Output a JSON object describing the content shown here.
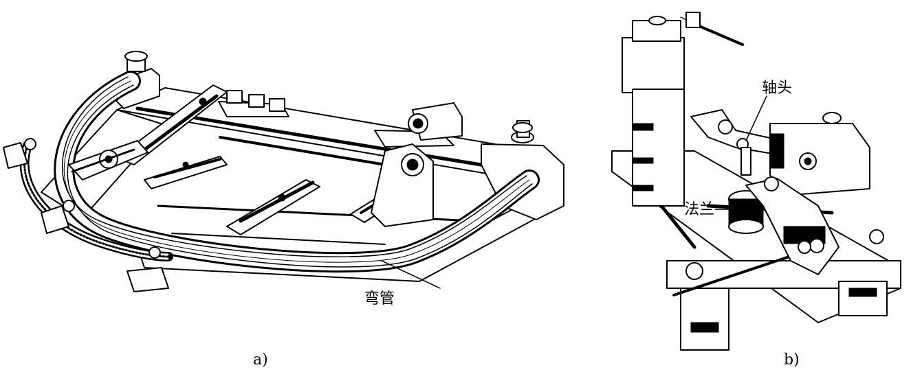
{
  "figures": [
    {
      "id": "a",
      "caption": "a)",
      "part_labels": {
        "bent_pipe": "弯管"
      }
    },
    {
      "id": "b",
      "caption": "b)",
      "part_labels": {
        "shaft_head": "轴头",
        "flange": "法兰"
      }
    }
  ],
  "colors": {
    "ink": "#000000",
    "background": "#ffffff"
  }
}
